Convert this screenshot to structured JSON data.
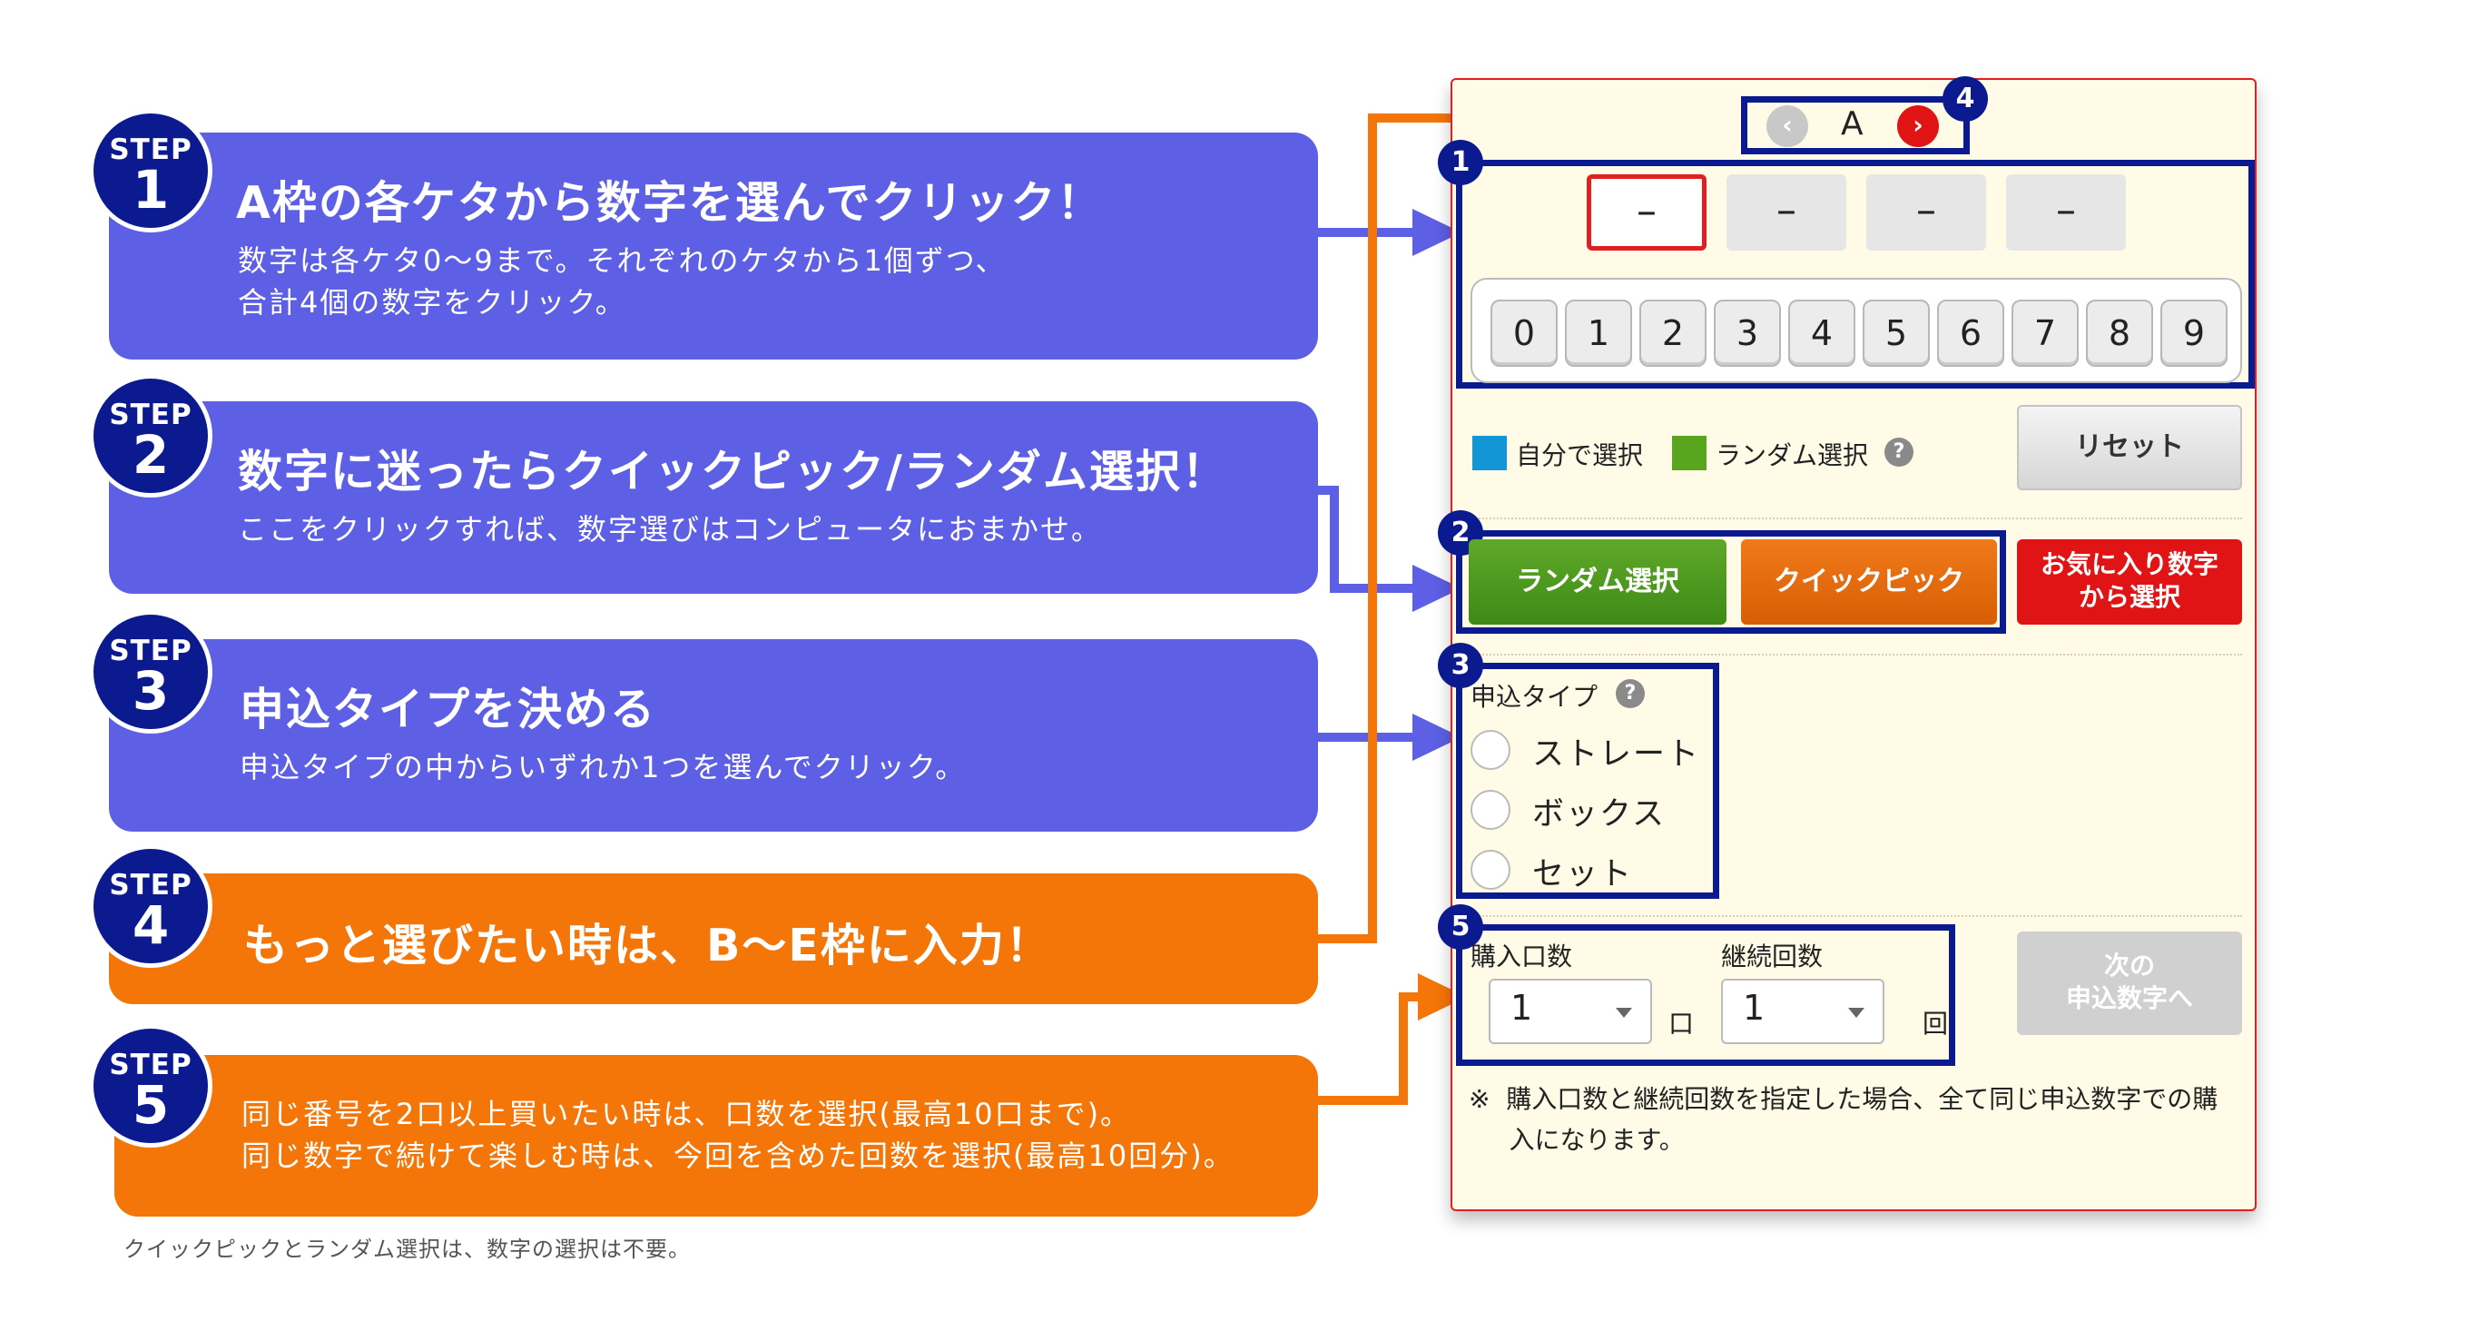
{
  "steps": [
    {
      "step_label": "STEP",
      "number": "1",
      "title": "A枠の各ケタから数字を選んでクリック！",
      "desc": "数字は各ケタ0〜9まで。それぞれのケタから1個ずつ、\n合計4個の数字をクリック。"
    },
    {
      "step_label": "STEP",
      "number": "2",
      "title": "数字に迷ったらクイックピック/ランダム選択！",
      "desc": "ここをクリックすれば、数字選びはコンピュータにおまかせ。"
    },
    {
      "step_label": "STEP",
      "number": "3",
      "title": "申込タイプを決める",
      "desc": "申込タイプの中からいずれか1つを選んでクリック。"
    },
    {
      "step_label": "STEP",
      "number": "4",
      "title": "もっと選びたい時は、B〜E枠に入力！",
      "desc": ""
    },
    {
      "step_label": "STEP",
      "number": "5",
      "title": "",
      "desc": "同じ番号を2口以上買いたい時は、口数を選択(最高10口まで)。\n同じ数字で続けて楽しむ時は、今回を含めた回数を選択(最高10回分)。"
    }
  ],
  "footnote": "クイックピックとランダム選択は、数字の選択は不要。",
  "panel": {
    "frame_label": "A",
    "nav_prev": "‹",
    "nav_next": "›",
    "region_badges": [
      "1",
      "2",
      "3",
      "4",
      "5"
    ],
    "slots": [
      "–",
      "–",
      "–",
      "–"
    ],
    "digits": [
      "0",
      "1",
      "2",
      "3",
      "4",
      "5",
      "6",
      "7",
      "8",
      "9"
    ],
    "legend_self": "自分で選択",
    "legend_random": "ランダム選択",
    "help_mark": "?",
    "reset_label": "リセット",
    "random_label": "ランダム選択",
    "quickpick_label": "クイックピック",
    "favorite_label_1": "お気に入り数字",
    "favorite_label_2": "から選択",
    "type_label": "申込タイプ",
    "types": [
      "ストレート",
      "ボックス",
      "セット"
    ],
    "units_label": "購入口数",
    "units_value": "1",
    "units_suffix": "口",
    "draws_label": "継続回数",
    "draws_value": "1",
    "draws_suffix": "回",
    "next_label_1": "次の",
    "next_label_2": "申込数字へ",
    "note": "※  購入口数と継続回数を指定した場合、全て同じ申込数字での購\n     入になります。"
  },
  "colors": {
    "step_blue": "#5d5fe4",
    "step_orange": "#f47608",
    "badge_navy": "#0c1a90",
    "self_select": "#1396d6",
    "random_select": "#5aa51e"
  }
}
